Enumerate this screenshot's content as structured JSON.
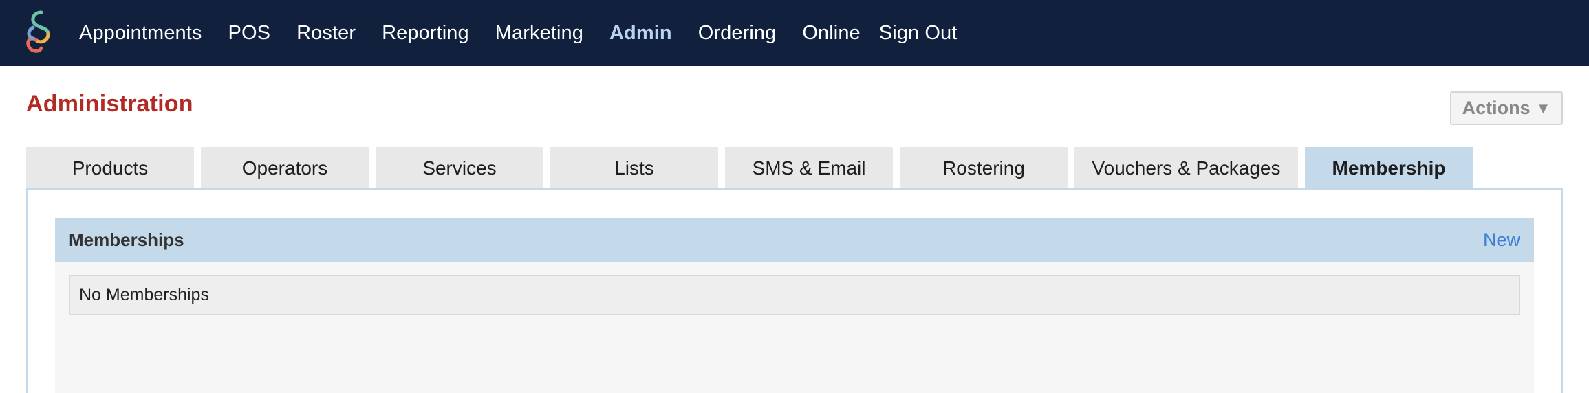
{
  "nav": {
    "items": [
      {
        "label": "Appointments"
      },
      {
        "label": "POS"
      },
      {
        "label": "Roster"
      },
      {
        "label": "Reporting"
      },
      {
        "label": "Marketing"
      },
      {
        "label": "Admin",
        "active": true
      },
      {
        "label": "Ordering"
      },
      {
        "label": "Online"
      },
      {
        "label": "Sign Out"
      }
    ],
    "logo_icon": "interlinked-rings-logo",
    "colors": {
      "background": "#11203d",
      "active": "#bcd3ee"
    }
  },
  "page": {
    "title": "Administration",
    "actions_label": "Actions",
    "actions_caret": "▼"
  },
  "tabs": [
    {
      "label": "Products"
    },
    {
      "label": "Operators"
    },
    {
      "label": "Services"
    },
    {
      "label": "Lists"
    },
    {
      "label": "SMS & Email"
    },
    {
      "label": "Rostering"
    },
    {
      "label": "Vouchers & Packages"
    },
    {
      "label": "Membership",
      "active": true
    }
  ],
  "section": {
    "title": "Memberships",
    "new_label": "New",
    "empty_message": "No Memberships"
  },
  "colors": {
    "title_red": "#b12a24",
    "tab_active": "#c4d9ea",
    "link_blue": "#3f7fd6"
  }
}
